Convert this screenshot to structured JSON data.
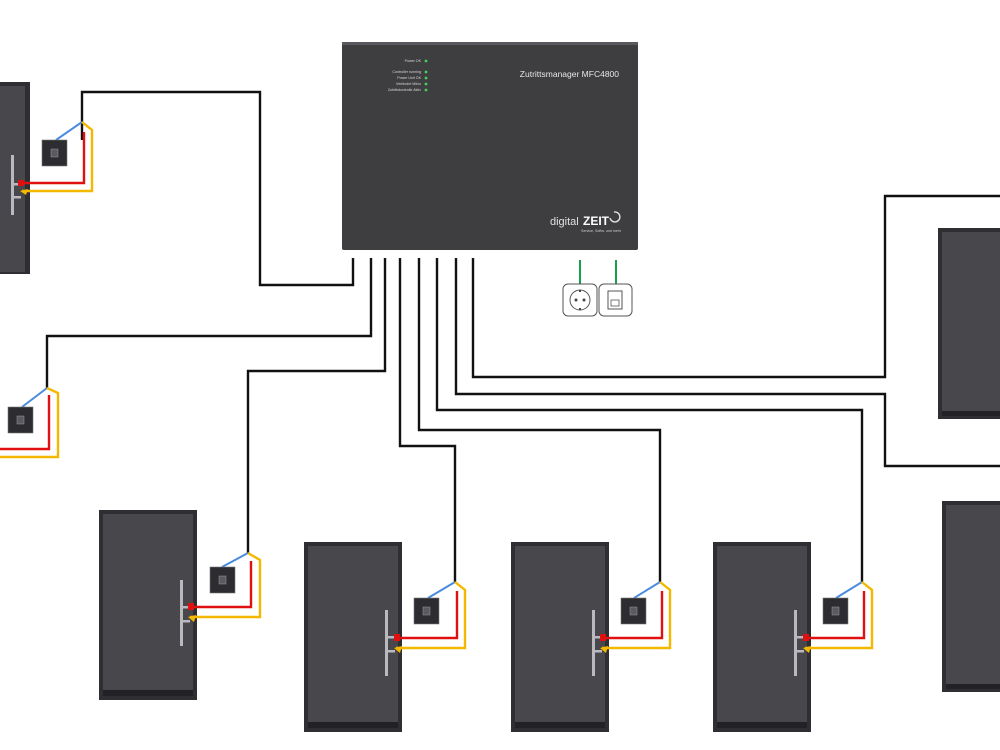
{
  "controller": {
    "title": "Zutrittsmanager MFC4800",
    "leds": [
      "Power OK",
      "Controller running",
      "Power Unit OK",
      "Verbindet Mikro",
      "Zutrittskontrolle Aktiv"
    ],
    "brand_word": "digital",
    "brand_name": "ZEIT",
    "brand_tagline": "Service, Softw. und mehr"
  },
  "colors": {
    "controller": "#3e3e41",
    "door": "#47474c",
    "data_wire": "#111111",
    "wire_red": "#e01010",
    "wire_yellow": "#f4b800",
    "wire_blue": "#4a8be0",
    "power_wire": "#18a048"
  },
  "icons": [
    "power-socket-icon",
    "light-switch-icon"
  ],
  "doors": [
    {
      "id": "door-left-top",
      "reader": "card-reader",
      "cut": "left"
    },
    {
      "id": "door-left-middle",
      "reader": "card-reader",
      "cut": "left"
    },
    {
      "id": "door-bottom-1",
      "reader": "card-reader"
    },
    {
      "id": "door-bottom-2",
      "reader": "card-reader"
    },
    {
      "id": "door-bottom-3",
      "reader": "card-reader"
    },
    {
      "id": "door-bottom-4",
      "reader": "card-reader"
    },
    {
      "id": "door-right-top",
      "reader": "card-reader",
      "cut": "right"
    },
    {
      "id": "door-right-bottom",
      "reader": "card-reader",
      "cut": "right"
    }
  ]
}
